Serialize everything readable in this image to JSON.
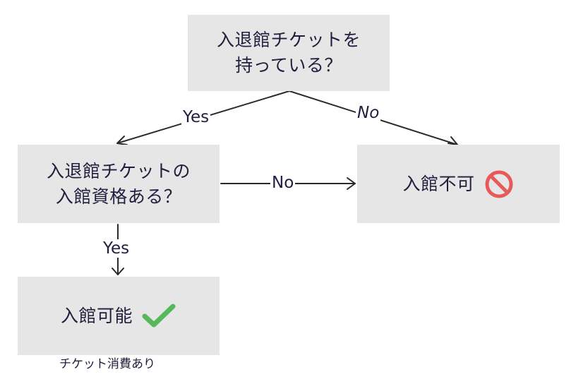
{
  "flowchart": {
    "start_node": {
      "text": "入退館チケットを\n持っている？"
    },
    "eligibility_node": {
      "text": "入退館チケットの\n入館資格ある？"
    },
    "denied_node": {
      "text": "入館不可",
      "icon": "prohibited-icon",
      "icon_color": "#e85a5a"
    },
    "allowed_node": {
      "text": "入館可能",
      "icon": "check-icon",
      "icon_color": "#55b85a"
    },
    "edges": {
      "start_yes": "Yes",
      "start_no": "No",
      "eligibility_no": "No",
      "eligibility_yes": "Yes"
    },
    "note": "チケット消費あり"
  }
}
